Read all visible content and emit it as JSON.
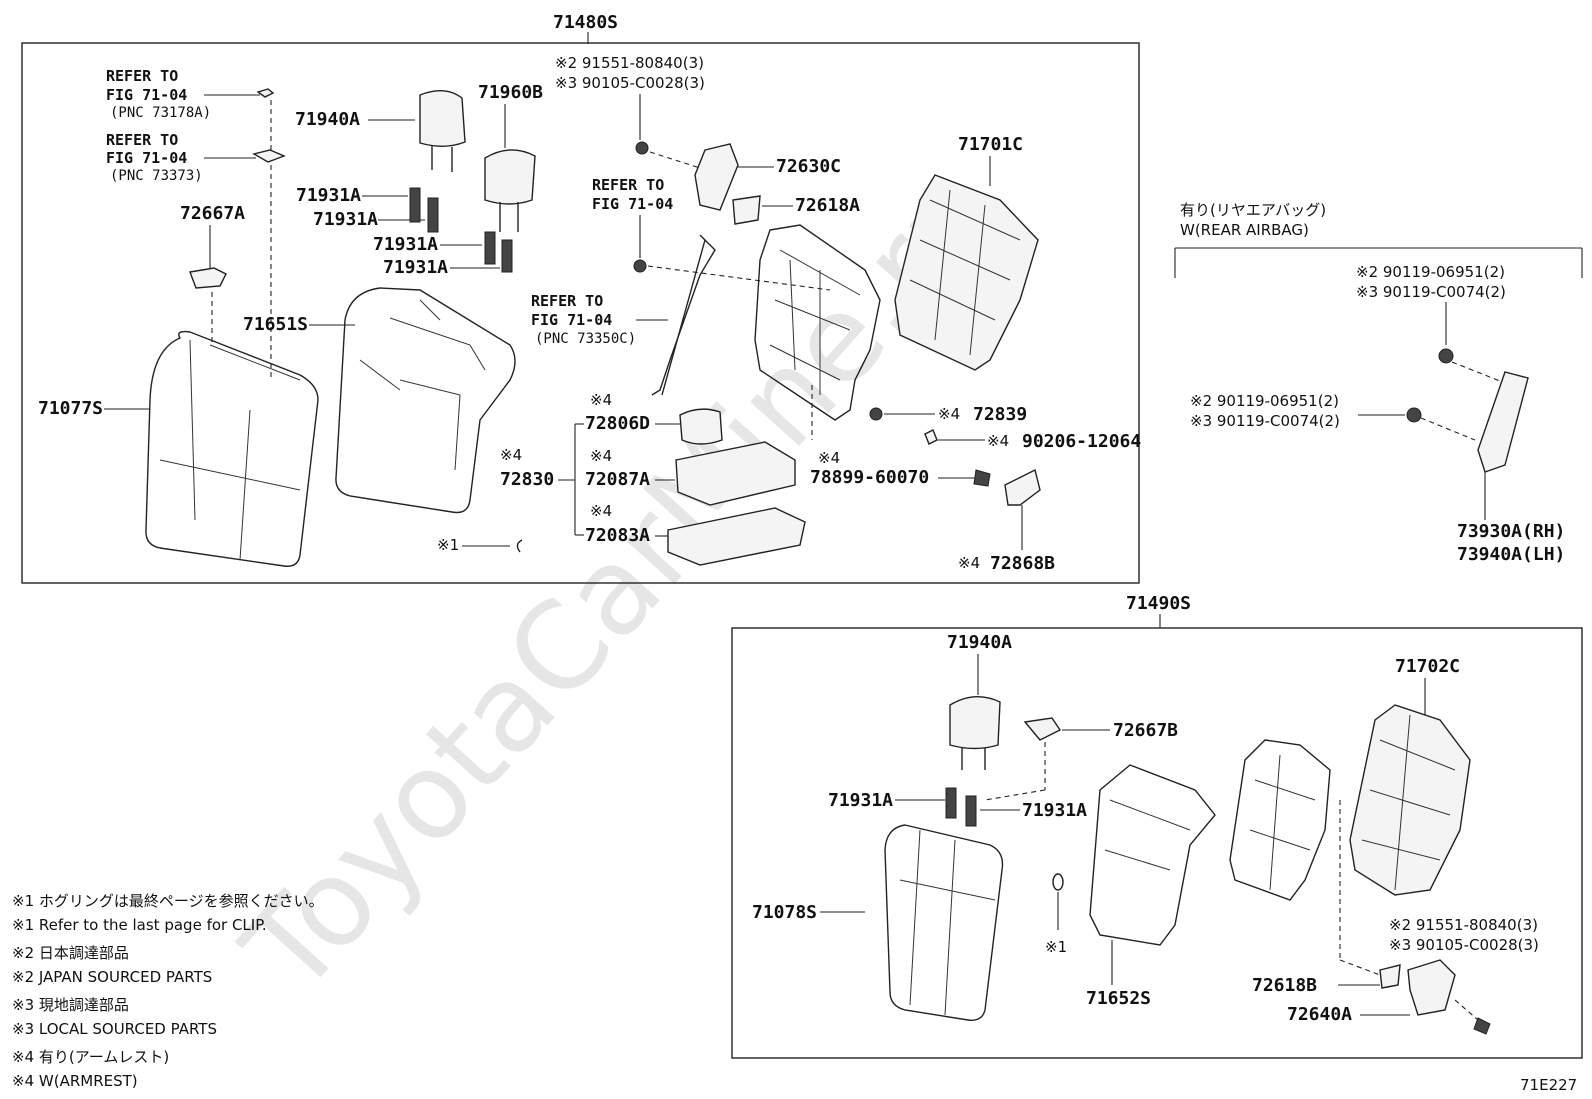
{
  "watermark": "ToyotaCarMine.ru",
  "figure_code": "71E227",
  "groups": {
    "upper": "71480S",
    "lower": "71490S"
  },
  "airbag_header": {
    "jp": "有り(リヤエアバッグ)",
    "en": "W(REAR AIRBAG)"
  },
  "refs": {
    "r1": [
      "REFER TO",
      "FIG 71-04",
      "(PNC 73178A)"
    ],
    "r2": [
      "REFER TO",
      "FIG 71-04",
      "(PNC 73373)"
    ],
    "r3": [
      "REFER TO",
      "FIG 71-04"
    ],
    "r4": [
      "REFER TO",
      "FIG 71-04",
      "(PNC 73350C)"
    ]
  },
  "labels": {
    "p71940A_u": "71940A",
    "p71960B": "71960B",
    "p71931A_1": "71931A",
    "p71931A_2": "71931A",
    "p71931A_3": "71931A",
    "p71931A_4": "71931A",
    "p72667A": "72667A",
    "p71651S": "71651S",
    "p71077S": "71077S",
    "p72630C": "72630C",
    "p72618A": "72618A",
    "p71701C": "71701C",
    "p72839": "72839",
    "p90206": "90206-12064",
    "p78899": "78899-60070",
    "p72868B": "72868B",
    "p72806D": "72806D",
    "p72087A": "72087A",
    "p72083A": "72083A",
    "p72830": "72830",
    "p73930A": "73930A(RH)",
    "p73940A": "73940A(LH)",
    "p71940A_l": "71940A",
    "p72667B": "72667B",
    "p71702C": "71702C",
    "p71931A_5": "71931A",
    "p71931A_6": "71931A",
    "p71078S": "71078S",
    "p71652S": "71652S",
    "p72618B": "72618B",
    "p72640A": "72640A",
    "m1": "※1",
    "m2": "※1",
    "m4a": "※4",
    "m4b": "※4",
    "m4c": "※4",
    "m4d": "※4",
    "m4e": "※4",
    "m4f": "※4",
    "m4g": "※4",
    "m4h": "※4"
  },
  "bolts": {
    "upper_top": [
      "※2 91551-80840(3)",
      "※3 90105-C0028(3)"
    ],
    "airbag_1": [
      "※2 90119-06951(2)",
      "※3 90119-C0074(2)"
    ],
    "airbag_2": [
      "※2 90119-06951(2)",
      "※3 90119-C0074(2)"
    ],
    "lower": [
      "※2 91551-80840(3)",
      "※3 90105-C0028(3)"
    ]
  },
  "notes": [
    "※1 ホグリングは最終ページを参照ください。",
    "※1 Refer to the last page for CLIP.",
    "※2 日本調達部品",
    "※2 JAPAN SOURCED PARTS",
    "※3 現地調達部品",
    "※3 LOCAL SOURCED PARTS",
    "※4 有り(アームレスト)",
    "※4 W(ARMREST)"
  ]
}
